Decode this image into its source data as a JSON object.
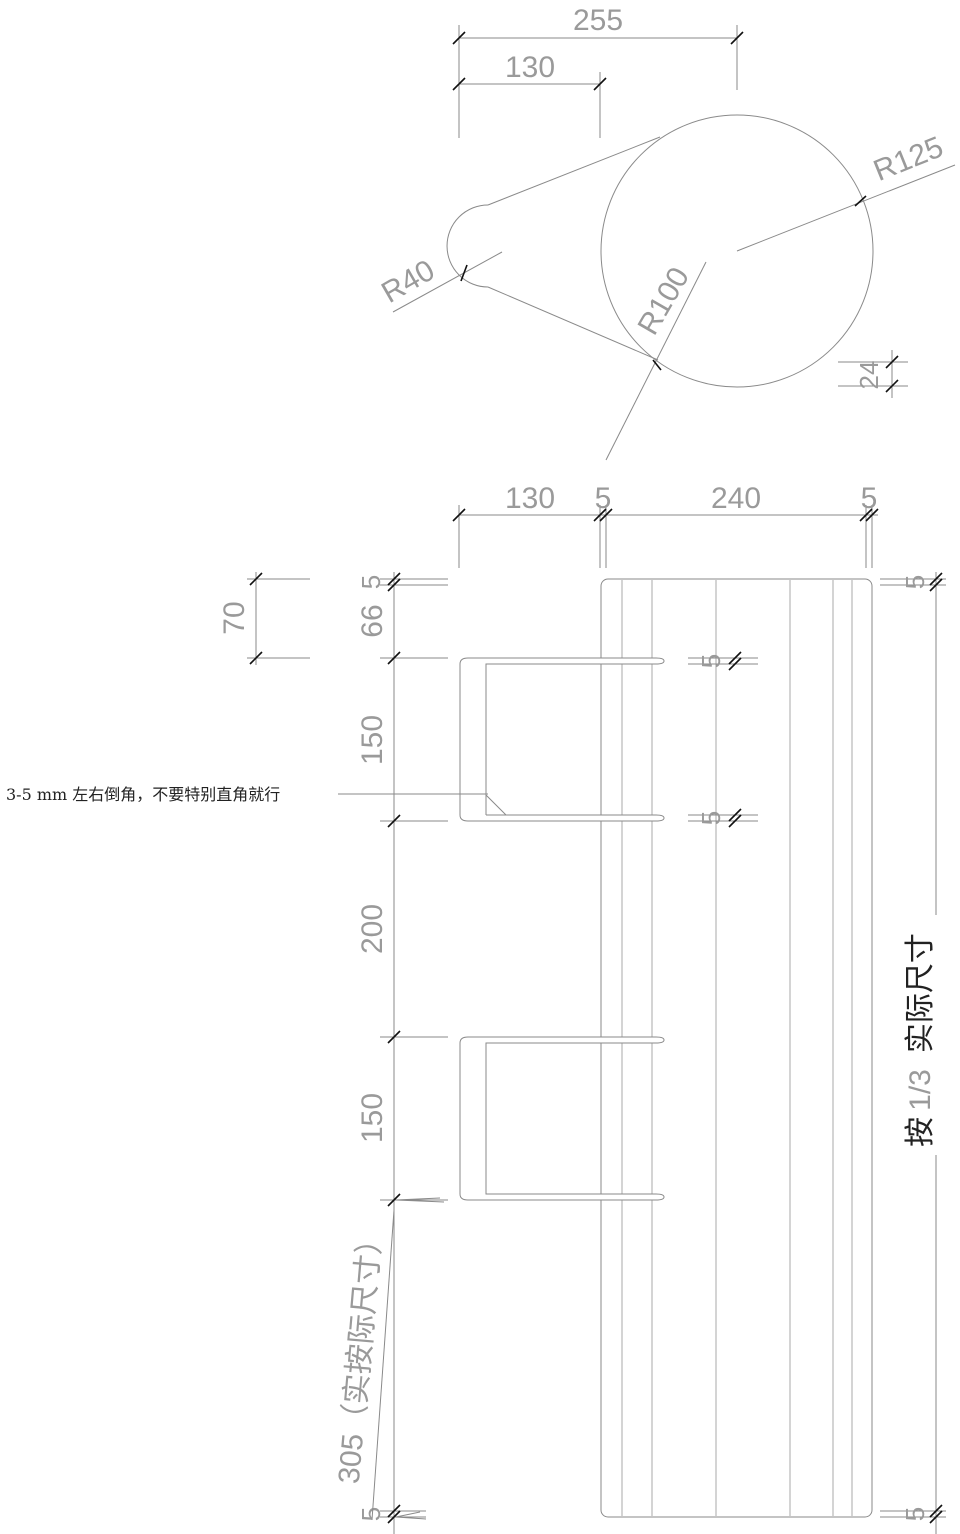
{
  "top_view": {
    "dims": {
      "overall": "255",
      "partial": "130",
      "r_large": "R125",
      "r_small": "R40",
      "r_mid": "R100",
      "thk": "24"
    }
  },
  "front_view": {
    "top_dims": {
      "a": "130",
      "b": "5",
      "c": "240",
      "d": "5"
    },
    "left_dims": {
      "d1": "5",
      "d2": "66",
      "d3": "150",
      "d4": "200",
      "d5": "150",
      "d6": "305（实按际尺寸）",
      "d7": "5"
    },
    "side_dim": "70",
    "slot_gap_top": "5",
    "slot_gap_bottom": "5",
    "right_dims": {
      "top": "5",
      "bottom": "5",
      "ratio_prefix": "按",
      "ratio": "1/3",
      "ratio_suffix": "实际尺寸"
    },
    "chamfer_note": "3-5 mm 左右倒角，不要特别直角就行"
  },
  "colors": {
    "line": "#8a8a8a",
    "tick": "#111111",
    "dim_text": "#9a9a9a",
    "note_text": "#222222"
  }
}
